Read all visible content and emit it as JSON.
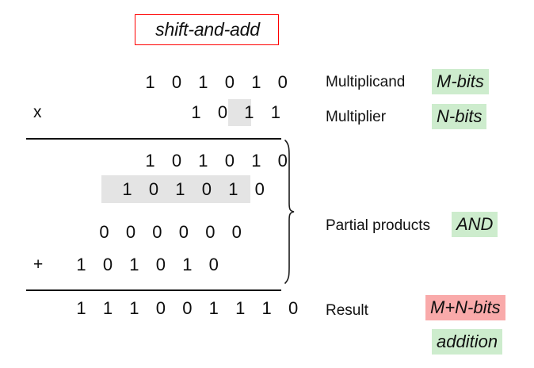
{
  "title": {
    "label": "shift-and-add",
    "border_color": "#ff0000"
  },
  "colors": {
    "highlight_gray": "#e4e4e4",
    "badge_green": "#cdeccd",
    "badge_pink": "#f9aaaa",
    "text": "#111111",
    "rule": "#111111"
  },
  "operands": {
    "multiplicand": {
      "digits": [
        "1",
        "0",
        "1",
        "0",
        "1",
        "0"
      ],
      "label": "Multiplicand",
      "badge": "M-bits"
    },
    "multiplier": {
      "operator": "x",
      "digits": [
        "1",
        "0",
        "1",
        "1"
      ],
      "highlight_index": 2,
      "label": "Multiplier",
      "badge": "N-bits"
    }
  },
  "partial_products": {
    "label": "Partial products",
    "badge": "AND",
    "rows": [
      {
        "digits": [
          "1",
          "0",
          "1",
          "0",
          "1",
          "0"
        ],
        "operator": "",
        "highlighted": false
      },
      {
        "digits": [
          "1",
          "0",
          "1",
          "0",
          "1",
          "0"
        ],
        "operator": "",
        "highlighted": true
      },
      {
        "digits": [
          "0",
          "0",
          "0",
          "0",
          "0",
          "0"
        ],
        "operator": "",
        "highlighted": false
      },
      {
        "digits": [
          "1",
          "0",
          "1",
          "0",
          "1",
          "0"
        ],
        "operator": "+",
        "highlighted": false
      }
    ]
  },
  "result": {
    "digits": [
      "1",
      "1",
      "1",
      "0",
      "0",
      "1",
      "1",
      "1",
      "0"
    ],
    "label": "Result",
    "badge_width": "M+N-bits",
    "badge_operation": "addition"
  }
}
